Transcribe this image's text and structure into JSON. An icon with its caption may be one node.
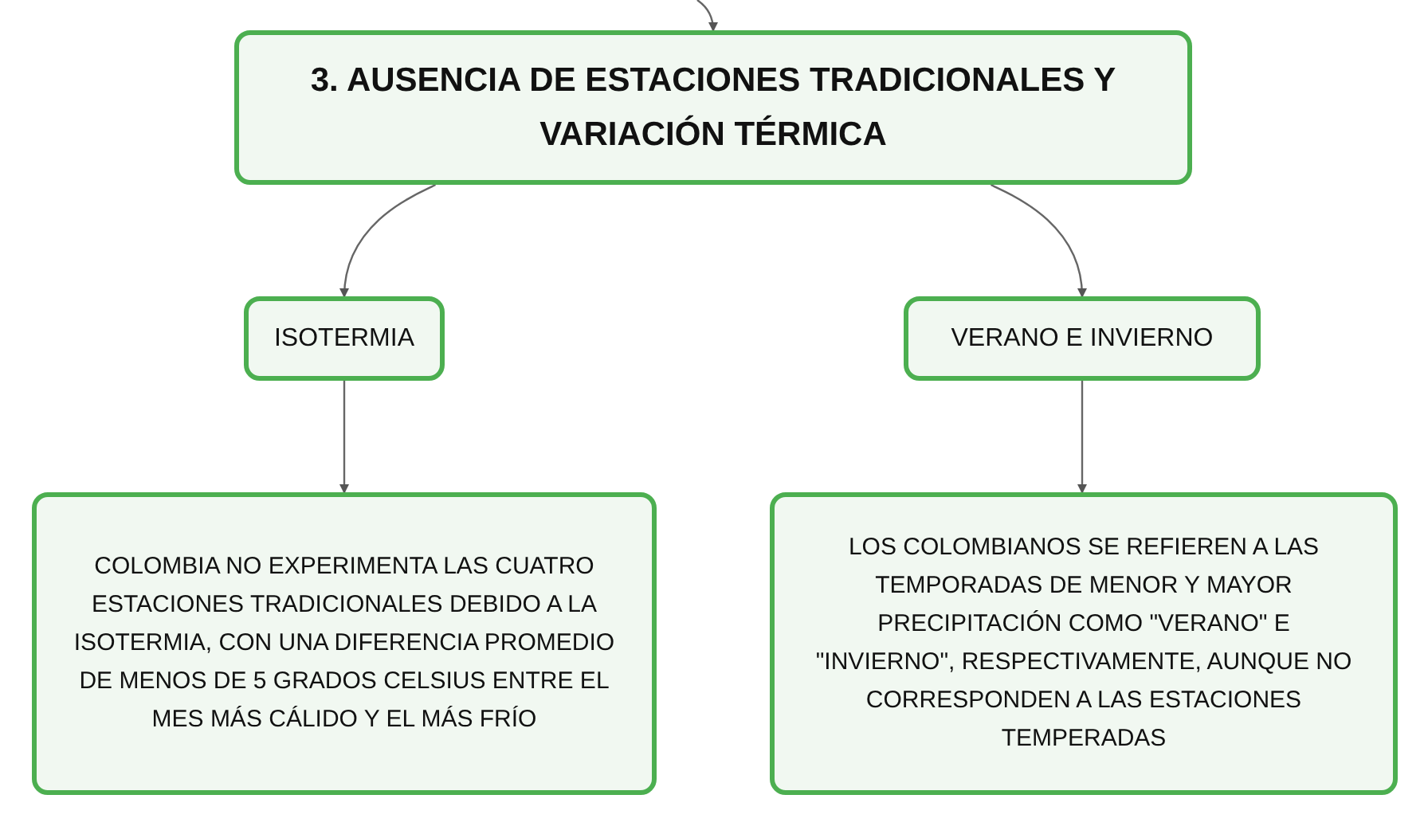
{
  "diagram": {
    "nodes": [
      {
        "text": [
          "3. AUSENCIA DE ESTACIONES TRADICIONALES Y VARIACIÓN TÉRMICA"
        ]
      },
      {
        "text": [
          "ISOTERMIA"
        ]
      },
      {
        "text": [
          "VERANO E INVIERNO"
        ]
      },
      {
        "text": [
          "COLOMBIA NO EXPERIMENTA LAS CUATRO ESTACIONES TRADICIONALES DEBIDO A LA ISOTERMIA, CON UNA DIFERENCIA PROMEDIO DE MENOS DE 5 GRADOS CELSIUS ENTRE EL MES MÁS CÁLIDO Y EL MÁS FRÍO"
        ]
      },
      {
        "text": [
          "LOS COLOMBIANOS SE REFIEREN A LAS TEMPORADAS DE MENOR Y MAYOR PRECIPITACIÓN COMO \"VERANO\" E \"INVIERNO\", RESPECTIVAMENTE, AUNQUE NO CORRESPONDEN A LAS ESTACIONES TEMPERADAS"
        ]
      }
    ],
    "edges": [
      {
        "from": null,
        "to": 0,
        "arrow": "to"
      },
      {
        "from": 0,
        "to": 1,
        "arrow": "to"
      },
      {
        "from": 0,
        "to": 2,
        "arrow": "to"
      },
      {
        "from": 1,
        "to": 3,
        "arrow": "to"
      },
      {
        "from": 2,
        "to": 4,
        "arrow": "to"
      }
    ]
  }
}
